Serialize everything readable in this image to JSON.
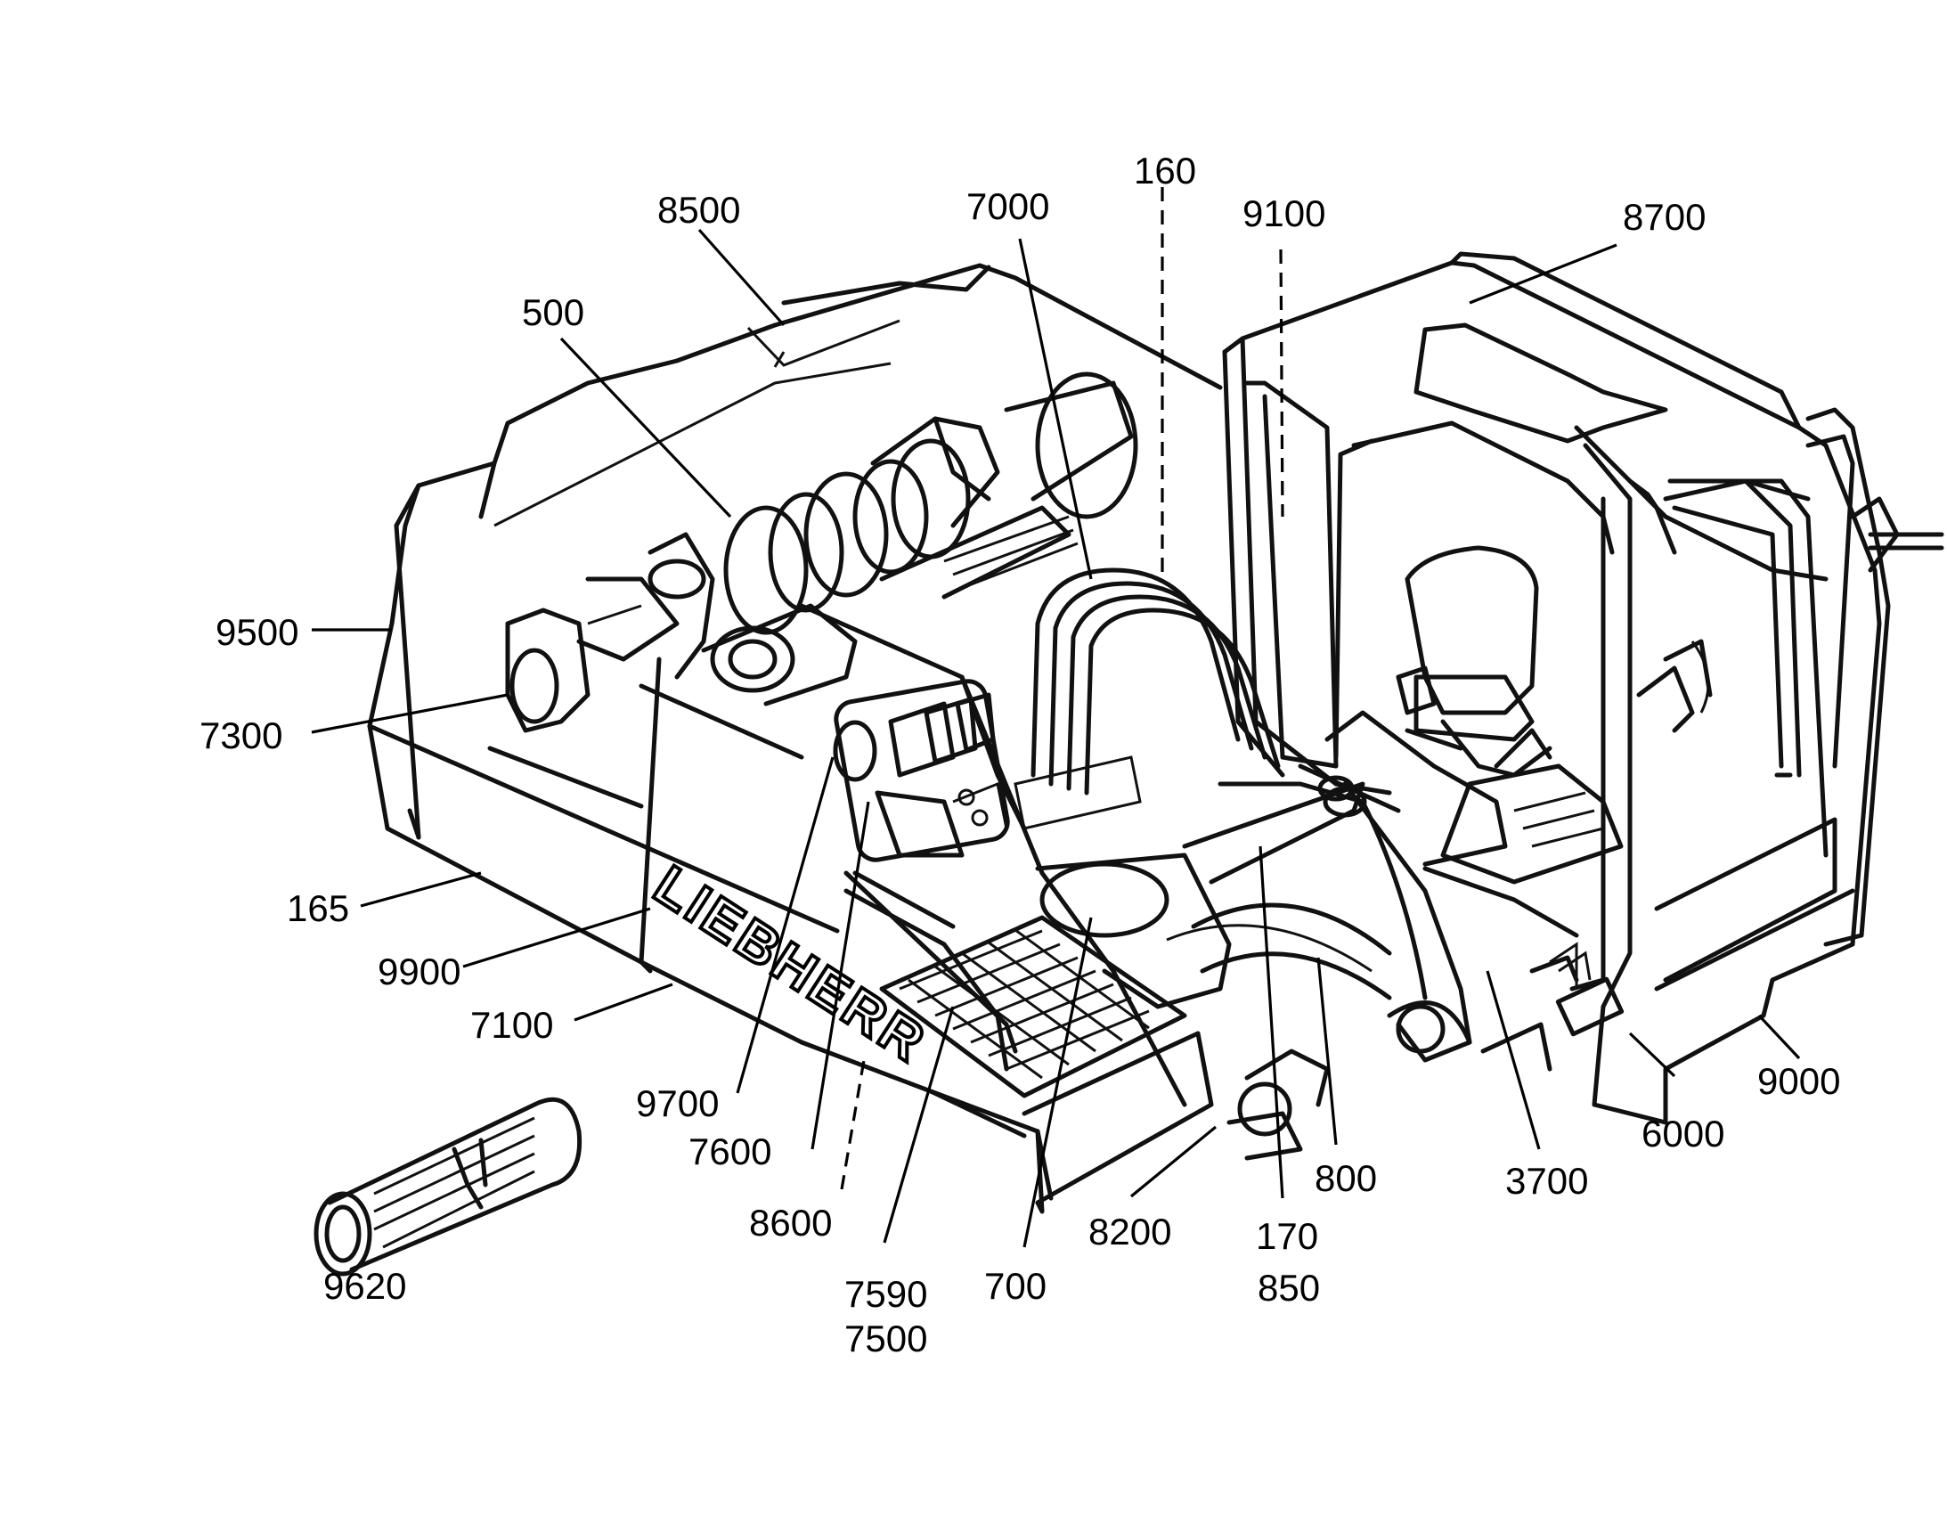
{
  "figure": {
    "brand_text": "LIEBHERR",
    "part_numbers": {
      "p8500": "8500",
      "p7000": "7000",
      "p160": "160",
      "p9100": "9100",
      "p8700": "8700",
      "p500": "500",
      "p9500": "9500",
      "p7300": "7300",
      "p165": "165",
      "p9900": "9900",
      "p7100": "7100",
      "p9700": "9700",
      "p7600": "7600",
      "p8600": "8600",
      "p7590": "7590",
      "p7500": "7500",
      "p700": "700",
      "p8200": "8200",
      "p170": "170",
      "p850": "850",
      "p800": "800",
      "p3700": "3700",
      "p6000": "6000",
      "p9000": "9000",
      "p9620": "9620"
    }
  }
}
